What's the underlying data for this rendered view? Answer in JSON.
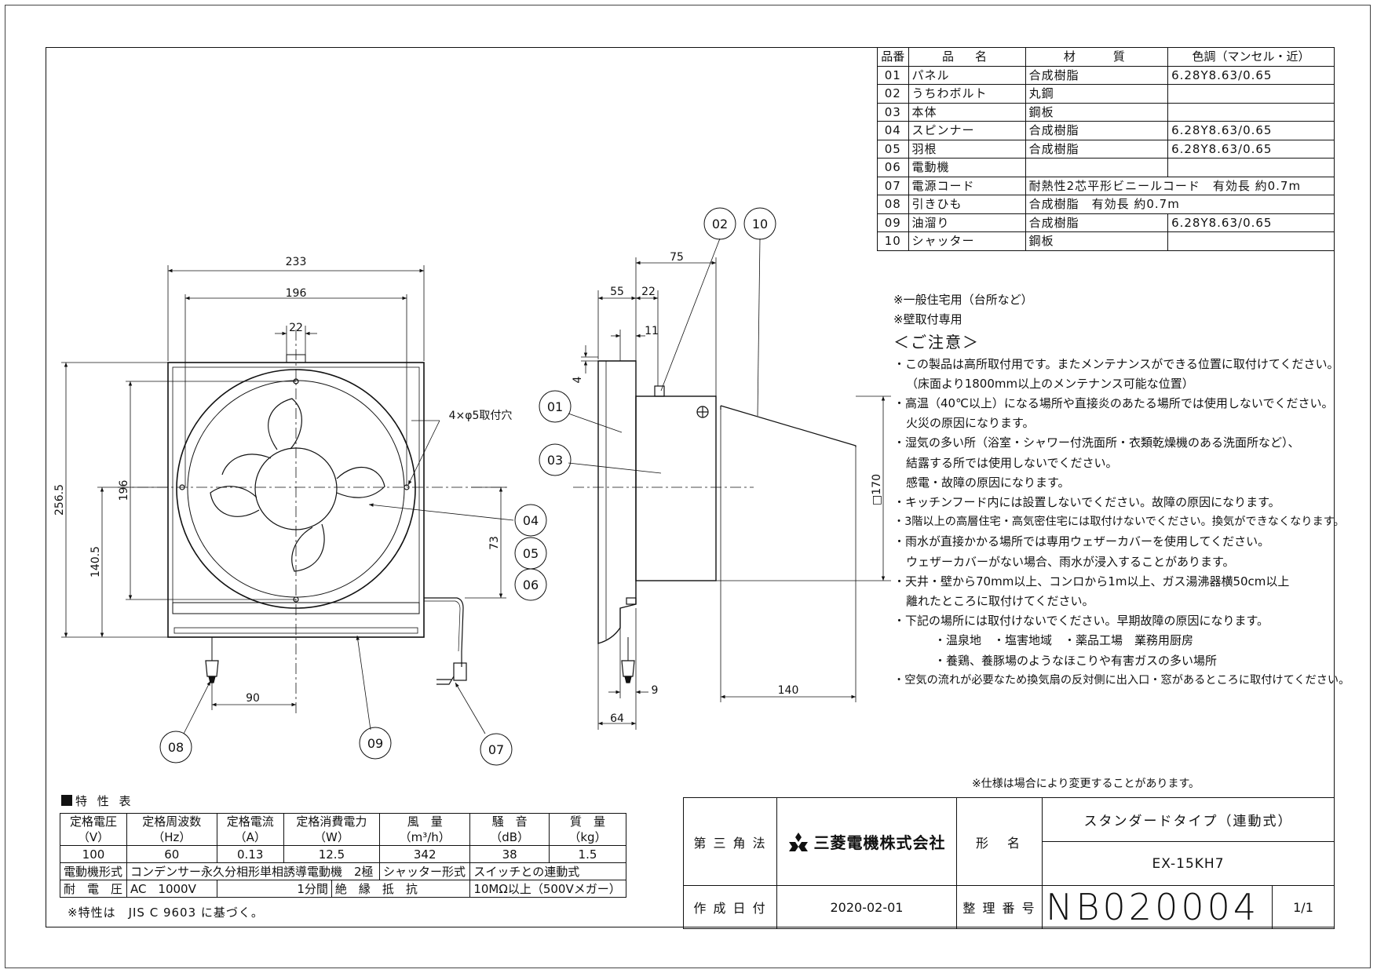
{
  "parts_table": {
    "headers": [
      "品番",
      "品　名",
      "材　　質",
      "色調（マンセル・近）"
    ],
    "rows": [
      {
        "no": "01",
        "name": "パネル",
        "material": "合成樹脂",
        "color": "6.28Y8.63/0.65"
      },
      {
        "no": "02",
        "name": "うちわボルト",
        "material": "丸鋼",
        "color": ""
      },
      {
        "no": "03",
        "name": "本体",
        "material": "鋼板",
        "color": ""
      },
      {
        "no": "04",
        "name": "スピンナー",
        "material": "合成樹脂",
        "color": "6.28Y8.63/0.65"
      },
      {
        "no": "05",
        "name": "羽根",
        "material": "合成樹脂",
        "color": "6.28Y8.63/0.65"
      },
      {
        "no": "06",
        "name": "電動機",
        "material": "",
        "color": ""
      },
      {
        "no": "07",
        "name": "電源コード",
        "material": "耐熱性2芯平形ビニールコード　有効長 約0.7m",
        "color": ""
      },
      {
        "no": "08",
        "name": "引きひも",
        "material": "合成樹脂　有効長 約0.7m",
        "color": ""
      },
      {
        "no": "09",
        "name": "油溜り",
        "material": "合成樹脂",
        "color": "6.28Y8.63/0.65"
      },
      {
        "no": "10",
        "name": "シャッター",
        "material": "鋼板",
        "color": ""
      }
    ]
  },
  "notes": {
    "usage1": "※一般住宅用（台所など）",
    "usage2": "※壁取付専用",
    "caution_title": "＜ご注意＞",
    "lines": [
      {
        "indent": 0,
        "text": "・この製品は高所取付用です。またメンテナンスができる位置に取付けてください。"
      },
      {
        "indent": 1,
        "text": "（床面より1800mm以上のメンテナンス可能な位置）"
      },
      {
        "indent": 0,
        "text": "・高温（40℃以上）になる場所や直接炎のあたる場所では使用しないでください。"
      },
      {
        "indent": 1,
        "text": "火災の原因になります。"
      },
      {
        "indent": 0,
        "text": "・湿気の多い所（浴室・シャワー付洗面所・衣類乾燥機のある洗面所など）、"
      },
      {
        "indent": 1,
        "text": "結露する所では使用しないでください。"
      },
      {
        "indent": 1,
        "text": "感電・故障の原因になります。"
      },
      {
        "indent": 0,
        "text": "・キッチンフード内には設置しないでください。故障の原因になります。"
      },
      {
        "indent": 0,
        "text": "・3階以上の高層住宅・高気密住宅には取付けないでください。換気ができなくなります。"
      },
      {
        "indent": 0,
        "text": "・雨水が直接かかる場所では専用ウェザーカバーを使用してください。"
      },
      {
        "indent": 1,
        "text": "ウェザーカバーがない場合、雨水が浸入することがあります。"
      },
      {
        "indent": 0,
        "text": "・天井・壁から70mm以上、コンロから1m以上、ガス湯沸器横50cm以上"
      },
      {
        "indent": 1,
        "text": "離れたところに取付けてください。"
      },
      {
        "indent": 0,
        "text": "・下記の場所には取付けないでください。早期故障の原因になります。"
      },
      {
        "indent": 3,
        "text": "・温泉地　・塩害地域　・薬品工場　業務用厨房"
      },
      {
        "indent": 3,
        "text": "・養鶏、養豚場のようなほこりや有害ガスの多い場所"
      },
      {
        "indent": 0,
        "text": "・空気の流れが必要なため換気扇の反対側に出入口・窓があるところに取付けてください。"
      }
    ]
  },
  "dimensions": {
    "d233": "233",
    "d196h": "196",
    "d22top": "22",
    "d196v": "196",
    "d256": "256.5",
    "d140_5": "140.5",
    "d73": "73",
    "d90": "90",
    "holes": "4×φ5取付穴",
    "d75": "75",
    "d55": "55",
    "d22s": "22",
    "d11": "11",
    "d4": "4",
    "d170": "□170",
    "d9": "9",
    "d64": "64",
    "d140": "140"
  },
  "callouts": {
    "c01": "01",
    "c02": "02",
    "c03": "03",
    "c04": "04",
    "c05": "05",
    "c06": "06",
    "c07": "07",
    "c08": "08",
    "c09": "09",
    "c10": "10"
  },
  "spec": {
    "title": "特 性 表",
    "headers": [
      {
        "l1": "定格電圧",
        "l2": "（V）"
      },
      {
        "l1": "定格周波数",
        "l2": "（Hz）"
      },
      {
        "l1": "定格電流",
        "l2": "（A）"
      },
      {
        "l1": "定格消費電力",
        "l2": "（W）"
      },
      {
        "l1": "風　量",
        "l2": "（m³/h）"
      },
      {
        "l1": "騒　音",
        "l2": "（dB）"
      },
      {
        "l1": "質　量",
        "l2": "（kg）"
      }
    ],
    "values": [
      "100",
      "60",
      "0.13",
      "12.5",
      "342",
      "38",
      "1.5"
    ],
    "motor_label": "電動機形式",
    "motor_value": "コンデンサー永久分相形単相誘導電動機　2極",
    "shutter_label": "シャッター形式",
    "shutter_value": "スイッチとの連動式",
    "voltage_label": "耐　電　圧",
    "voltage_value": "AC　1000V",
    "voltage_time": "1分間",
    "insulation_label": "絶　縁　抵　抗",
    "insulation_value": "10MΩ以上（500Vメガー）",
    "footnote": "※特性は　JIS C 9603 に基づく。"
  },
  "title_block": {
    "change_note": "※仕様は場合により変更することがあります。",
    "projection": "第 三 角 法",
    "company": "三菱電機株式会社",
    "model_label": "形　名",
    "product_name": "スタンダードタイプ（連動式）",
    "model": "EX-15KH7",
    "date_label": "作 成 日 付",
    "date": "2020-02-01",
    "number_label": "整 理 番 号",
    "drawing_number": "NB020004",
    "page": "1/1"
  }
}
